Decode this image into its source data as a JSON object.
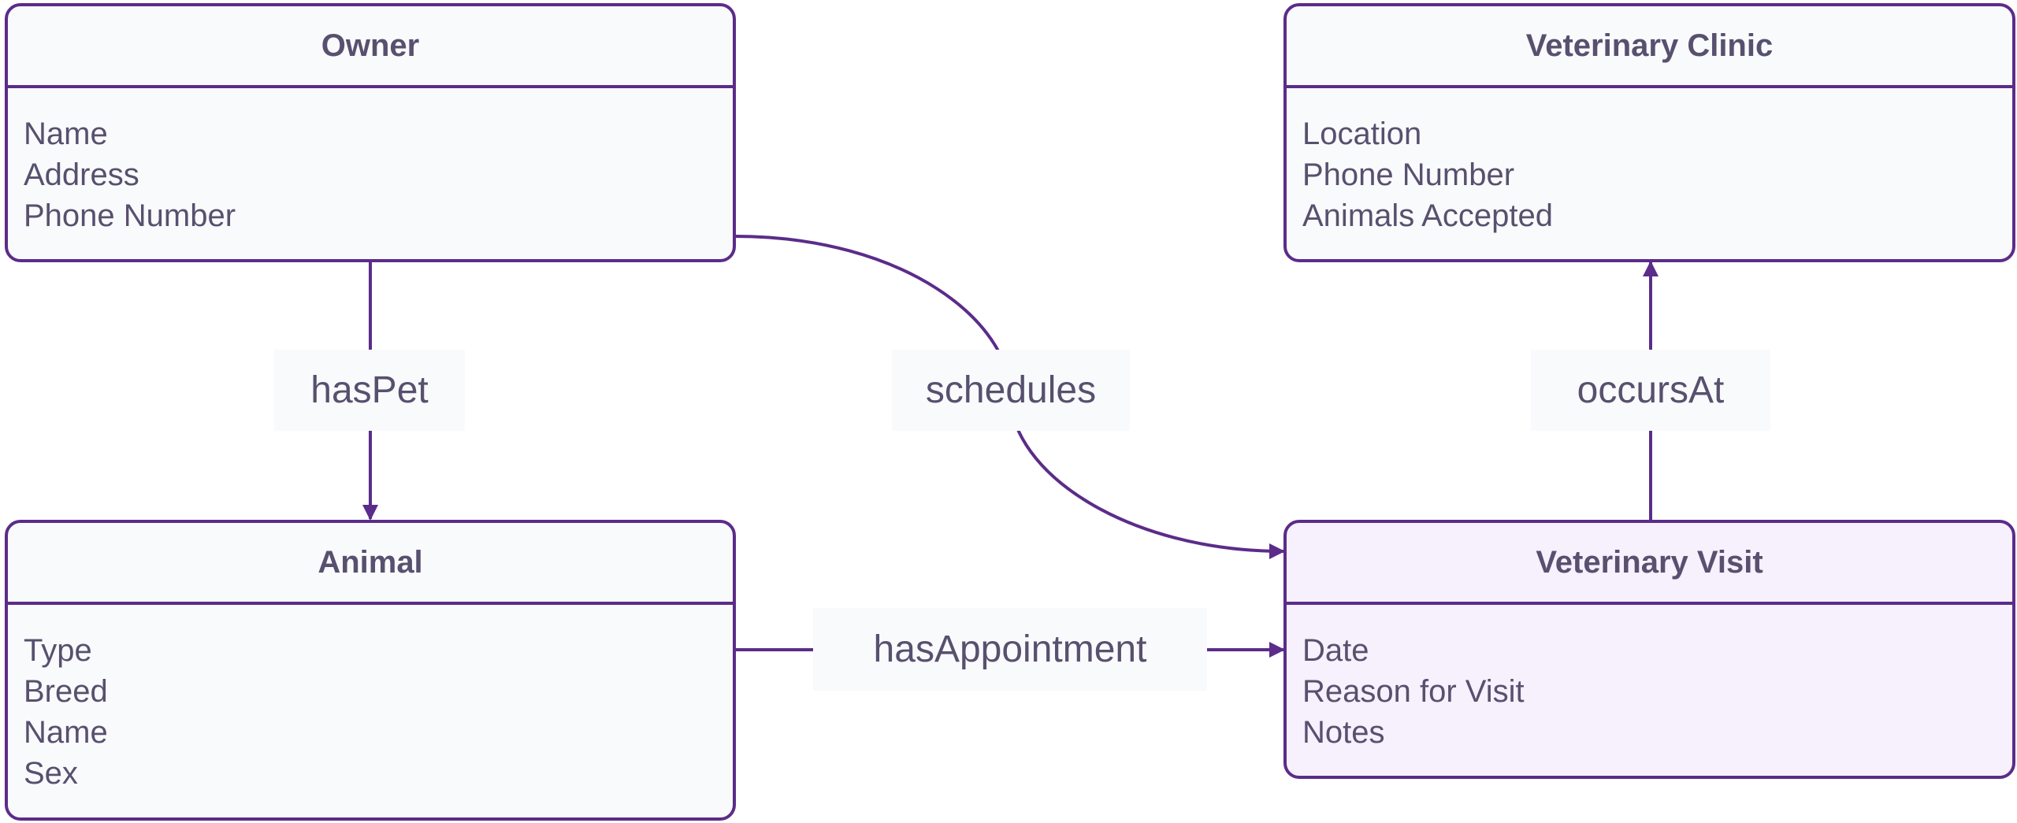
{
  "colors": {
    "stroke": "#5b2c8a",
    "text": "#58506e",
    "entity_fill": "#f9fafc",
    "highlight_fill": "#f7f0fd"
  },
  "entities": [
    {
      "title": "Owner",
      "attributes": [
        "Name",
        "Address",
        "Phone Number"
      ]
    },
    {
      "title": "Veterinary Clinic",
      "attributes": [
        "Location",
        "Phone Number",
        "Animals Accepted"
      ]
    },
    {
      "title": "Animal",
      "attributes": [
        "Type",
        "Breed",
        "Name",
        "Sex"
      ]
    },
    {
      "title": "Veterinary Visit",
      "attributes": [
        "Date",
        "Reason for Visit",
        "Notes"
      ]
    }
  ],
  "relations": [
    {
      "label": "hasPet",
      "from": "Owner",
      "to": "Animal"
    },
    {
      "label": "schedules",
      "from": "Owner",
      "to": "Veterinary Visit"
    },
    {
      "label": "occursAt",
      "from": "Veterinary Visit",
      "to": "Veterinary Clinic"
    },
    {
      "label": "hasAppointment",
      "from": "Animal",
      "to": "Veterinary Visit"
    }
  ]
}
